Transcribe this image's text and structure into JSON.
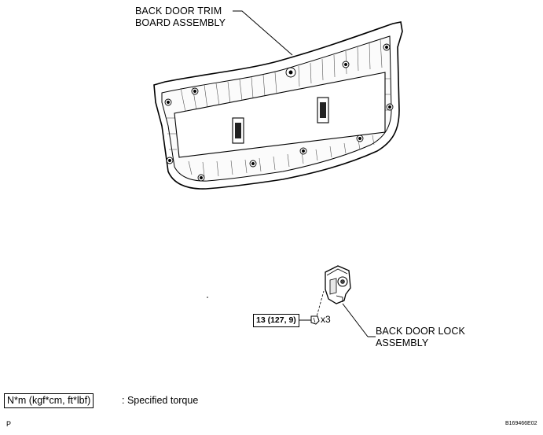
{
  "labels": {
    "trim_board_line1": "BACK DOOR TRIM",
    "trim_board_line2": "BOARD ASSEMBLY",
    "lock_line1": "BACK DOOR LOCK",
    "lock_line2": "ASSEMBLY"
  },
  "torque": {
    "spec": "13 (127, 9)",
    "quantity": "x3"
  },
  "legend": {
    "unit_box": "N*m (kgf*cm, ft*lbf)",
    "description": ": Specified torque"
  },
  "footer": {
    "left_mark": "P",
    "figure_code": "B169466E02"
  }
}
